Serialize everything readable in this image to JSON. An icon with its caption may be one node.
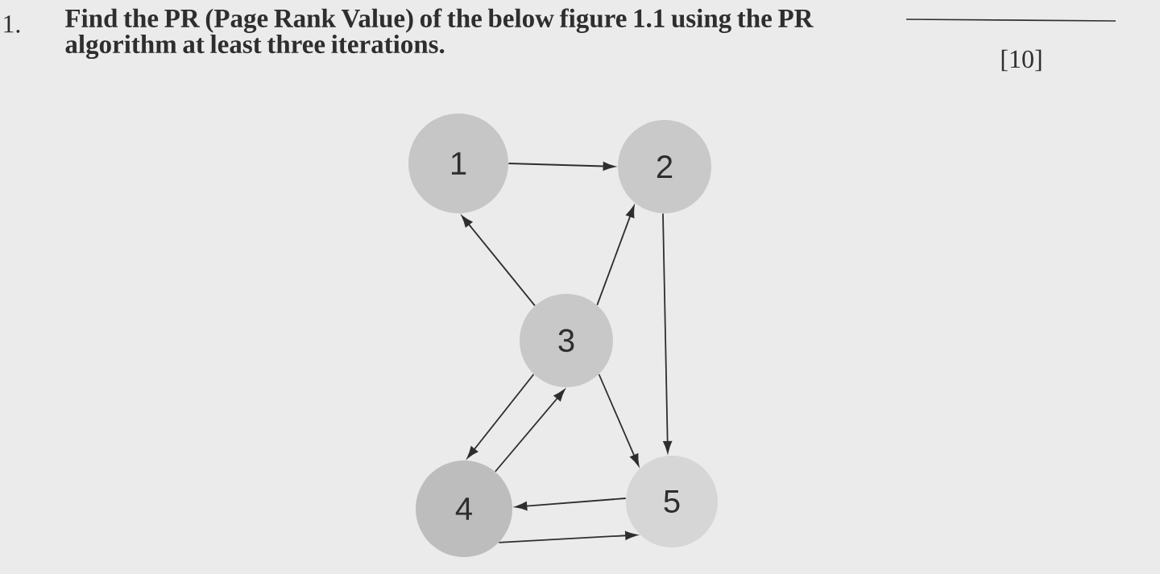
{
  "diagram": {
    "nodes": [
      {
        "text": [
          "1"
        ]
      },
      {
        "text": [
          "2"
        ]
      },
      {
        "text": [
          "3"
        ]
      },
      {
        "text": [
          "4"
        ]
      },
      {
        "text": [
          "5"
        ]
      }
    ],
    "edges": [
      {
        "from": 0,
        "to": 1,
        "arrow": "to"
      },
      {
        "from": 2,
        "to": 0,
        "arrow": "to"
      },
      {
        "from": 2,
        "to": 1,
        "arrow": "to"
      },
      {
        "from": 1,
        "to": 4,
        "arrow": "to"
      },
      {
        "from": 2,
        "to": 3,
        "arrow": "to"
      },
      {
        "from": 3,
        "to": 2,
        "arrow": "to"
      },
      {
        "from": 2,
        "to": 4,
        "arrow": "to"
      },
      {
        "from": 4,
        "to": 3,
        "arrow": "to"
      },
      {
        "from": 3,
        "to": 4,
        "arrow": "to"
      }
    ],
    "labels": [
      "1.",
      "Find the PR (Page Rank Value) of the below figure 1.1 using the PR algorithm at least three iterations.",
      "[10]"
    ]
  }
}
